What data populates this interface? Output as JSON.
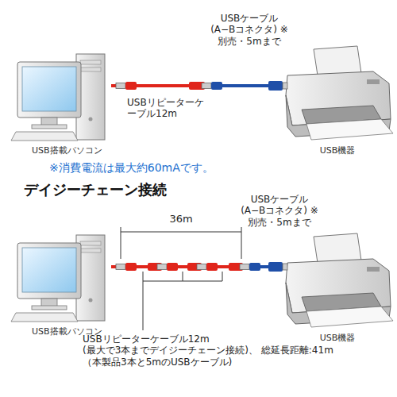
{
  "diagram": {
    "nodes": [
      {
        "text": [
          "USB搭載パソコン"
        ]
      },
      {
        "text": [
          "USB機器"
        ]
      },
      {
        "text": [
          "USB搭載パソコン"
        ]
      },
      {
        "text": [
          "USB機器"
        ]
      }
    ],
    "edges": [
      {
        "from": 0,
        "to": 1,
        "arrow": "none",
        "label": "USBリピーターケーブル12m"
      },
      {
        "from": 2,
        "to": 3,
        "arrow": "none"
      }
    ],
    "labels": [
      "USBケーブル (A−Bコネクタ) ※別売・5mまで",
      "※消費電流は最大約60mAです。",
      "デイジーチェーン接続",
      "36m",
      "USBケーブル (A−Bコネクタ) ※別売・5mまで",
      "USBリピーターケーブル12m (最大で3本までデイジーチェーン接続)、 総延長距離:41m（本製品3本と5mのUSBケーブル)"
    ]
  }
}
